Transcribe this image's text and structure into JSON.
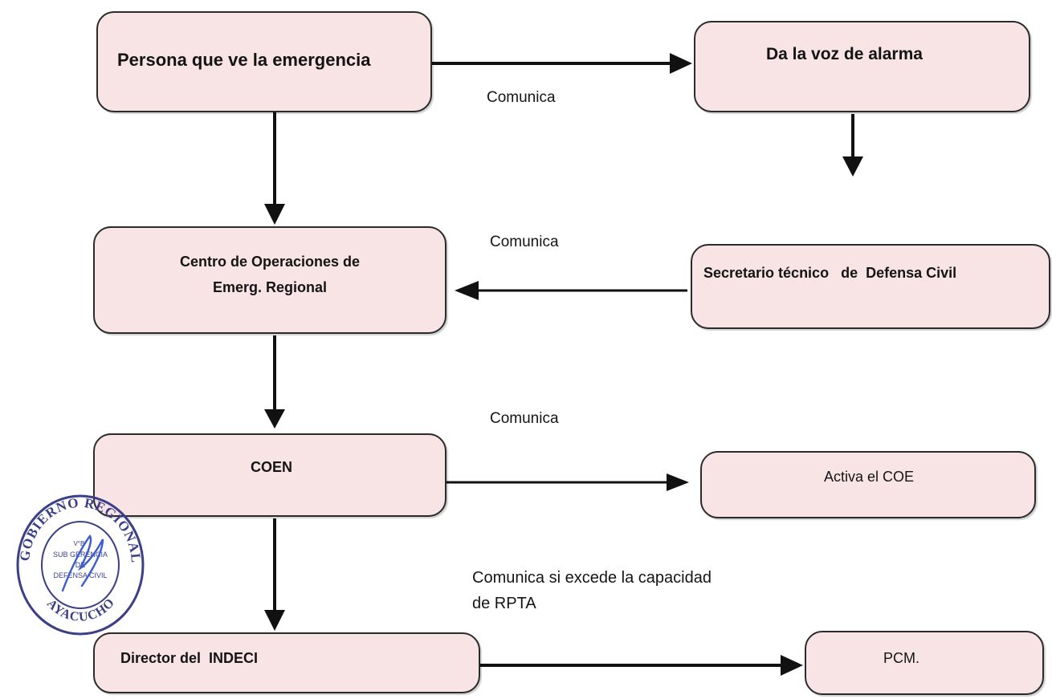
{
  "nodes": {
    "persona": "Persona que ve la emergencia",
    "alarma": "Da la voz de alarma",
    "centro": "Centro de Operaciones de\nEmerg. Regional",
    "secretario": "Secretario técnico   de  Defensa Civil",
    "coen": "COEN",
    "activa": "Activa el COE",
    "director": "Director del  INDECI",
    "pcm": "PCM."
  },
  "edge_labels": {
    "comunica_1": "Comunica",
    "comunica_2": "Comunica",
    "comunica_3": "Comunica",
    "comunica_4": "Comunica si excede la capacidad\n de RPTA"
  },
  "stamp": {
    "outer_text": "GOBIERNO REGIONAL · AYACUCHO",
    "inner_lines": [
      "V°B°",
      "SUB GERENCIA",
      "DE",
      "DEFENSA CIVIL"
    ]
  },
  "colors": {
    "node_fill": "#f8e4e4",
    "node_border": "#2b2b2b",
    "stamp_ink": "#3a3f86",
    "signature_ink": "#3b5bd0"
  }
}
